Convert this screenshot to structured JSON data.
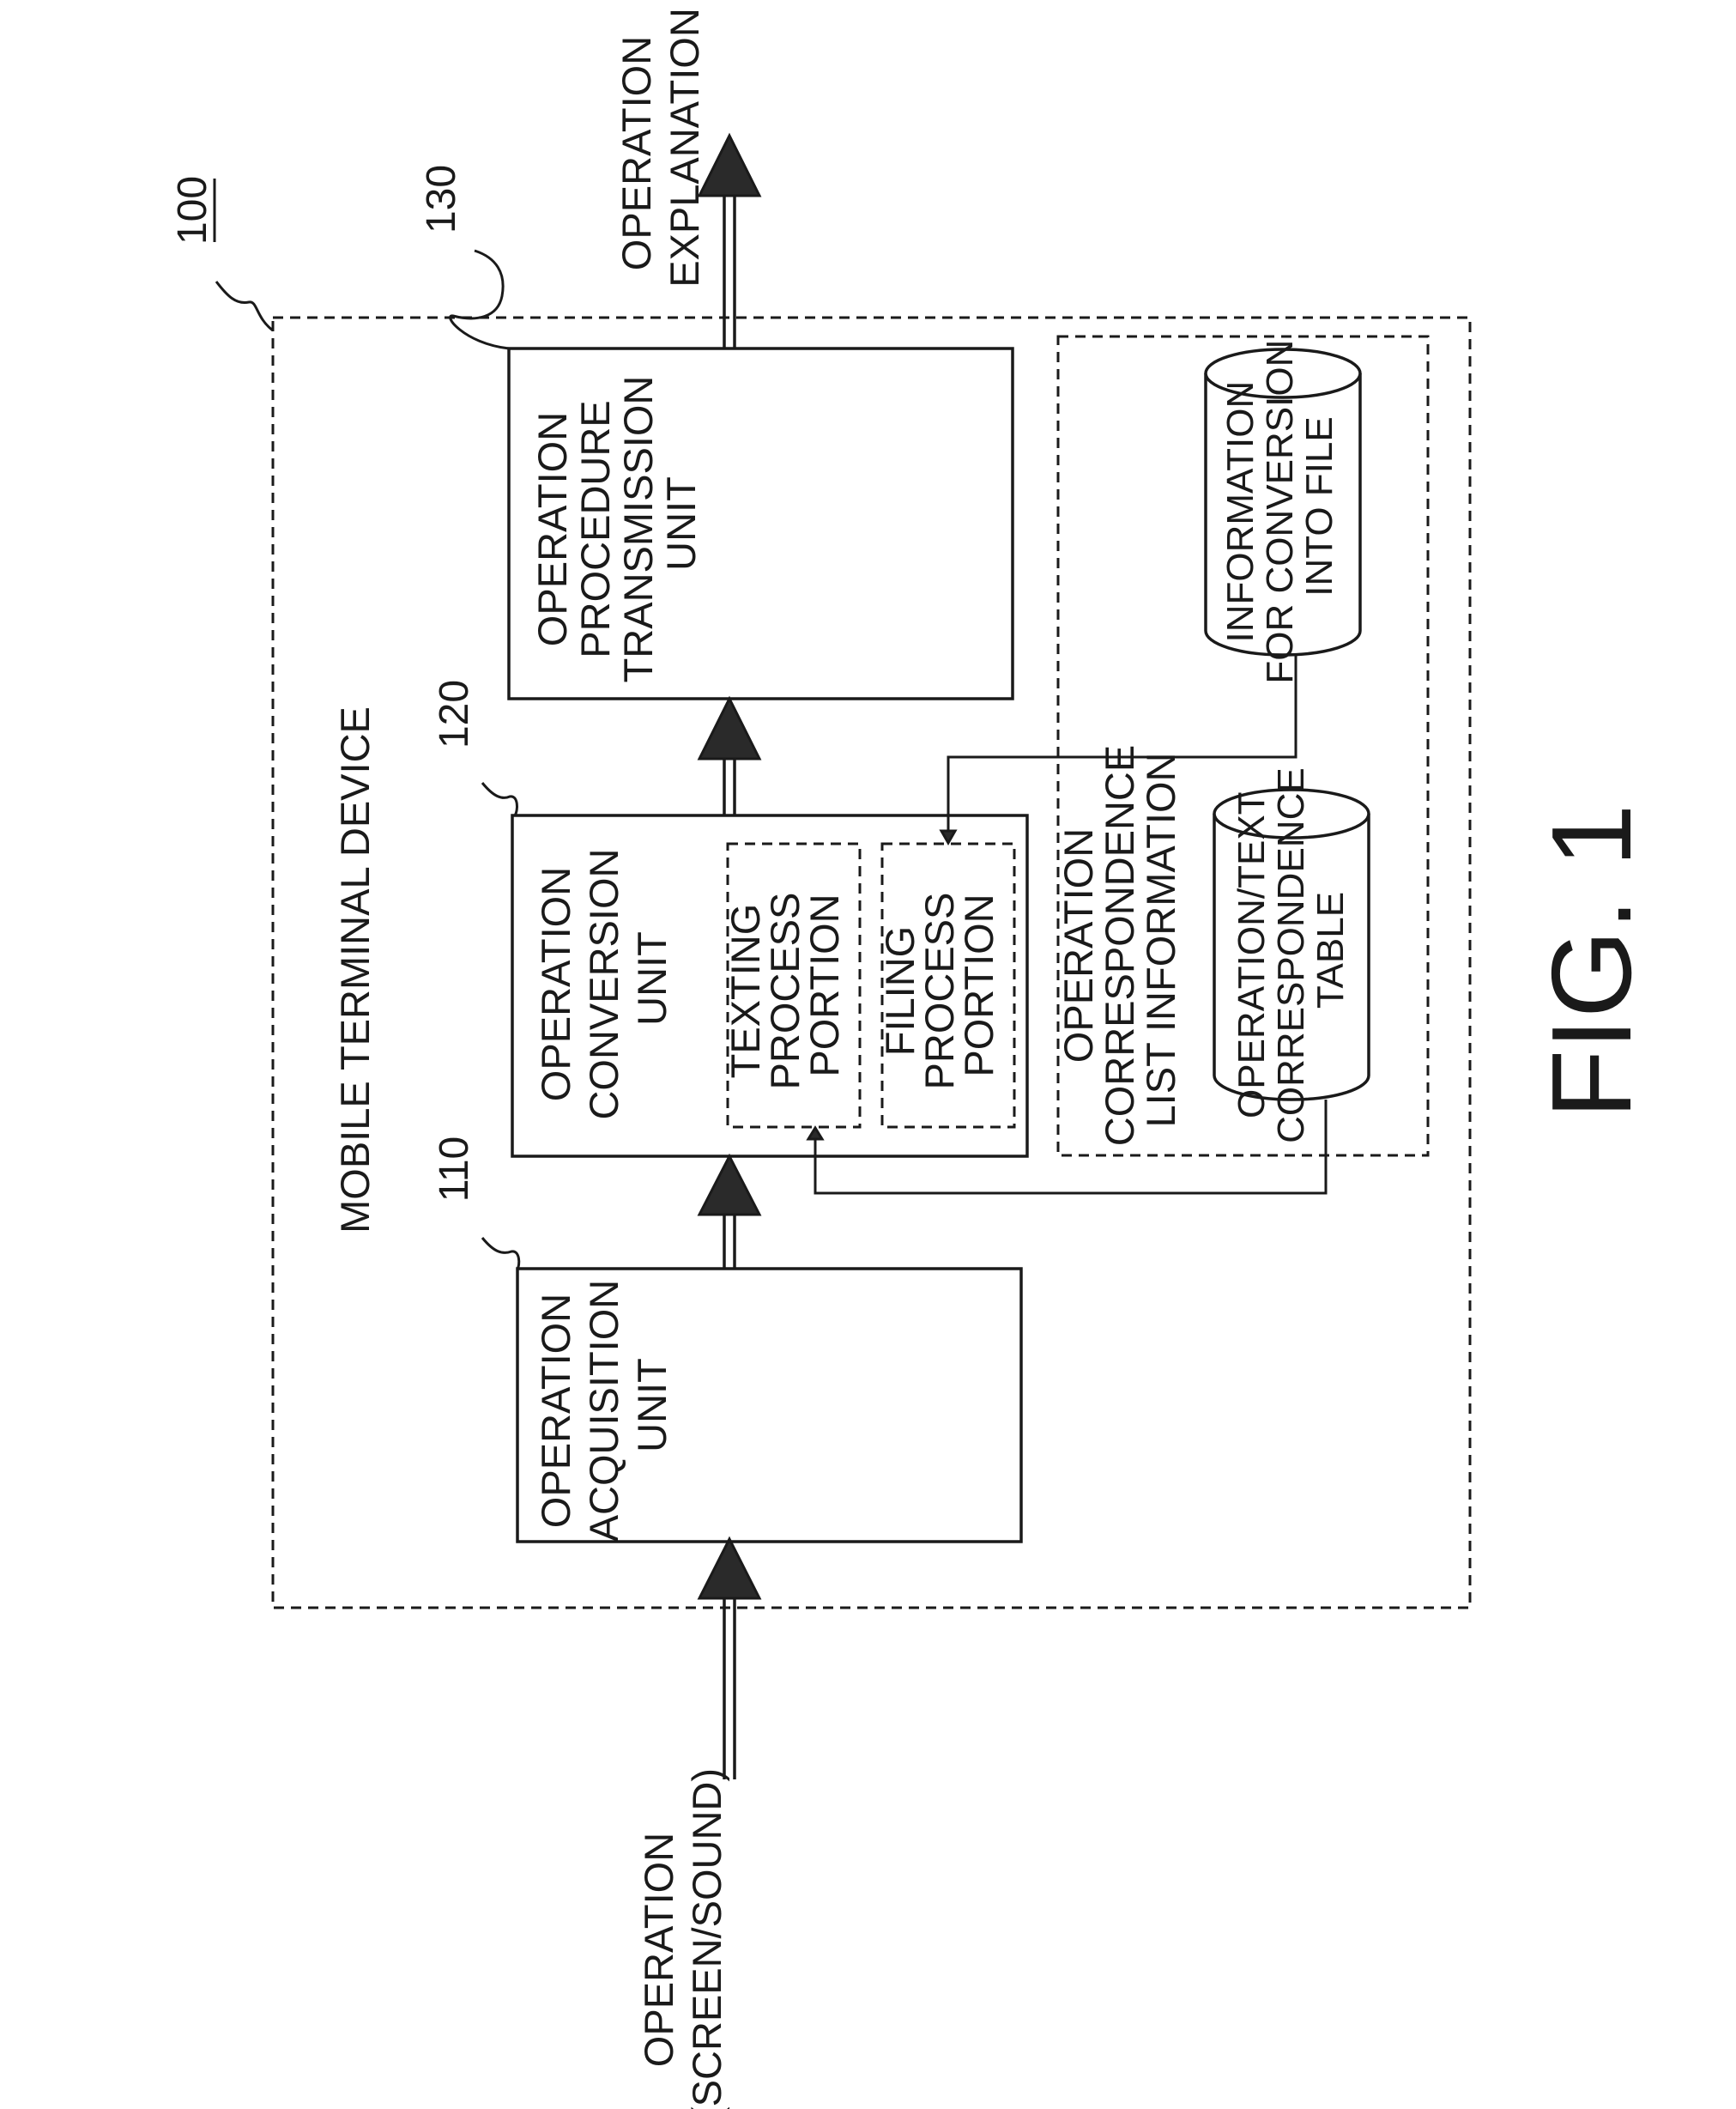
{
  "figure": {
    "label": "FIG. 1",
    "device_ref": "100",
    "device_label": "MOBILE TERMINAL DEVICE"
  },
  "input": {
    "lines": [
      "OPERATION",
      "(SCREEN/SOUND)"
    ]
  },
  "output": {
    "lines": [
      "OPERATION",
      "EXPLANATION"
    ]
  },
  "units": [
    {
      "ref": "110",
      "lines": [
        "OPERATION",
        "ACQUISITION",
        "UNIT"
      ]
    },
    {
      "ref": "120",
      "lines": [
        "OPERATION",
        "CONVERSION",
        "UNIT"
      ]
    },
    {
      "ref": "130",
      "lines": [
        "OPERATION",
        "PROCEDURE",
        "TRANSMISSION",
        "UNIT"
      ]
    }
  ],
  "portions": [
    {
      "lines": [
        "TEXTING",
        "PROCESS",
        "PORTION"
      ]
    },
    {
      "lines": [
        "FILING",
        "PROCESS",
        "PORTION"
      ]
    }
  ],
  "correspondence": {
    "lines": [
      "OPERATION",
      "CORRESPONDENCE",
      "LIST INFORMATION"
    ],
    "databases": [
      {
        "lines": [
          "OPERATION/TEXT",
          "CORRESPONDENCE",
          "TABLE"
        ]
      },
      {
        "lines": [
          "INFORMATION",
          "FOR CONVERSION",
          "INTO FILE"
        ]
      }
    ]
  }
}
